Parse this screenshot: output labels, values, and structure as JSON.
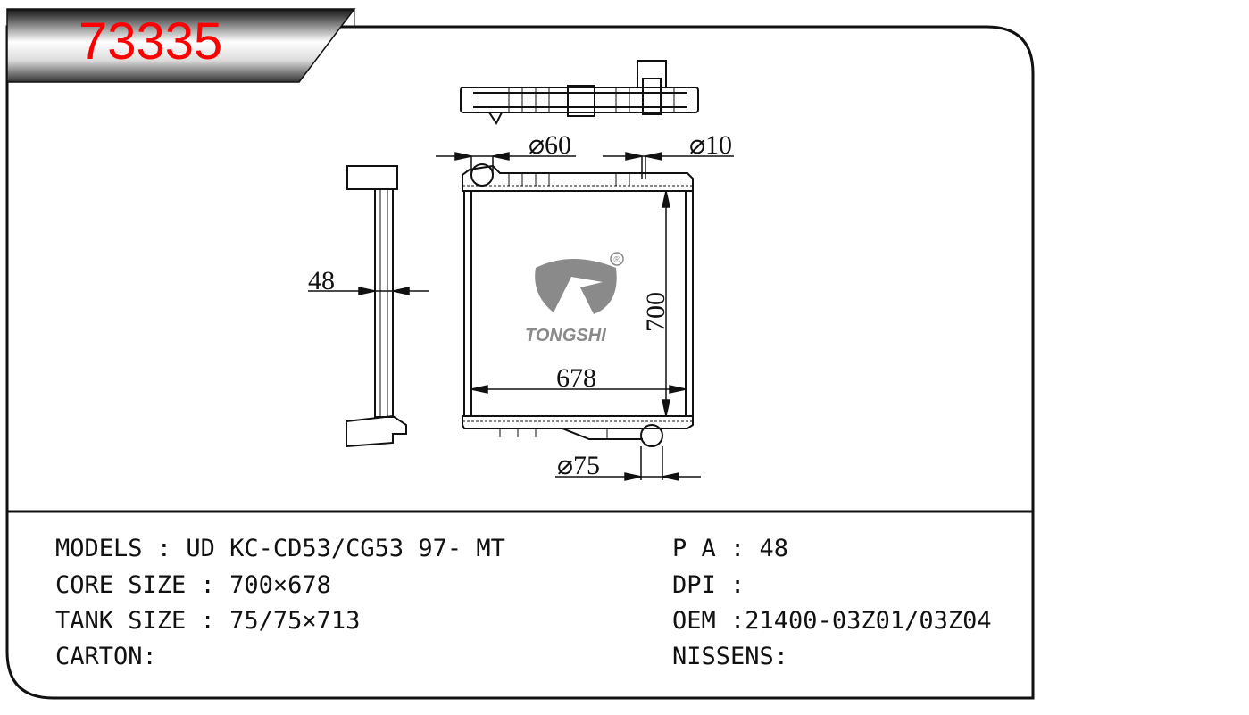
{
  "part_number": "73335",
  "drawing": {
    "dim_inlet": "⌀60",
    "dim_small": "⌀10",
    "dim_thickness": "48",
    "dim_height": "700",
    "dim_width": "678",
    "dim_outlet": "⌀75",
    "logo_text": "TONGSHI",
    "logo_mark": "®"
  },
  "specs_left": [
    {
      "label": "MODELS : ",
      "value": "UD KC-CD53/CG53 97- MT"
    },
    {
      "label": "CORE SIZE : ",
      "value": "700×678"
    },
    {
      "label": "TANK SIZE : ",
      "value": "75/75×713"
    },
    {
      "label": "CARTON:",
      "value": ""
    }
  ],
  "specs_right": [
    {
      "label": "P A : ",
      "value": "48"
    },
    {
      "label": "DPI : ",
      "value": ""
    },
    {
      "label": "OEM :",
      "value": "21400-03Z01/03Z04"
    },
    {
      "label": "NISSENS:",
      "value": ""
    }
  ],
  "colors": {
    "accent": "#ff0000",
    "line": "#111111",
    "logo": "#8a8a8a"
  }
}
